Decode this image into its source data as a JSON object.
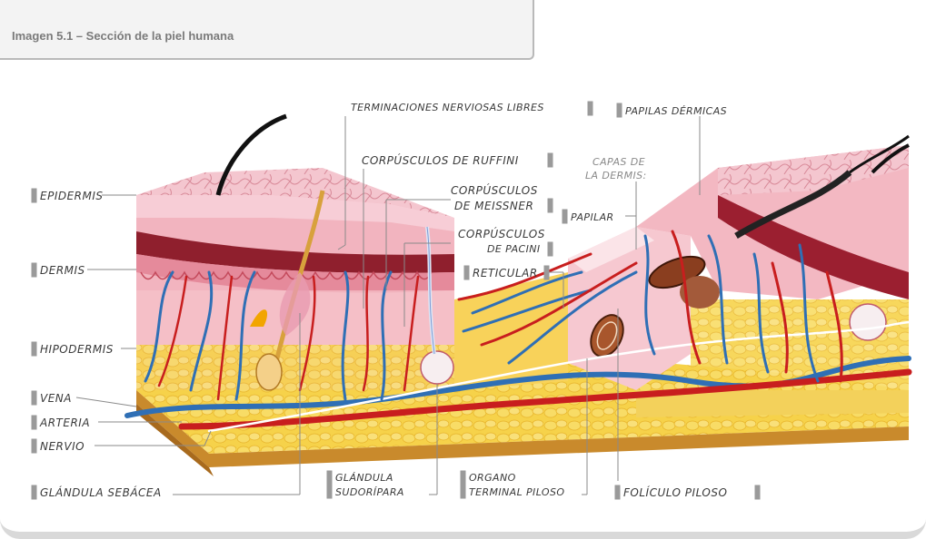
{
  "caption": "Imagen 5.1 – Sección de la piel humana",
  "labels": {
    "epidermis": "EPIDERMIS",
    "dermis": "DERMIS",
    "hipodermis": "HIPODERMIS",
    "vena": "VENA",
    "arteria": "ARTERIA",
    "nervio": "NERVIO",
    "glandula_sebacea": "GLÁNDULA SEBÁCEA",
    "glandula_sudoripara_1": "GLÁNDULA",
    "glandula_sudoripara_2": "SUDORÍPARA",
    "organo_terminal_1": "ORGANO",
    "organo_terminal_2": "TERMINAL PILOSO",
    "foliculo_piloso": "FOLÍCULO PILOSO",
    "terminaciones": "TERMINACIONES NERVIOSAS LIBRES",
    "papilas": "PAPILAS DÉRMICAS",
    "ruffini": "CORPÚSCULOS DE RUFFINI",
    "meissner_1": "CORPÚSCULOS",
    "meissner_2": "DE MEISSNER",
    "pacini_1": "CORPÚSCULOS",
    "pacini_2": "DE PACINI",
    "capas_1": "CAPAS DE",
    "capas_2": "LA DERMIS:",
    "papilar": "PAPILAR",
    "reticular": "RETICULAR"
  }
}
